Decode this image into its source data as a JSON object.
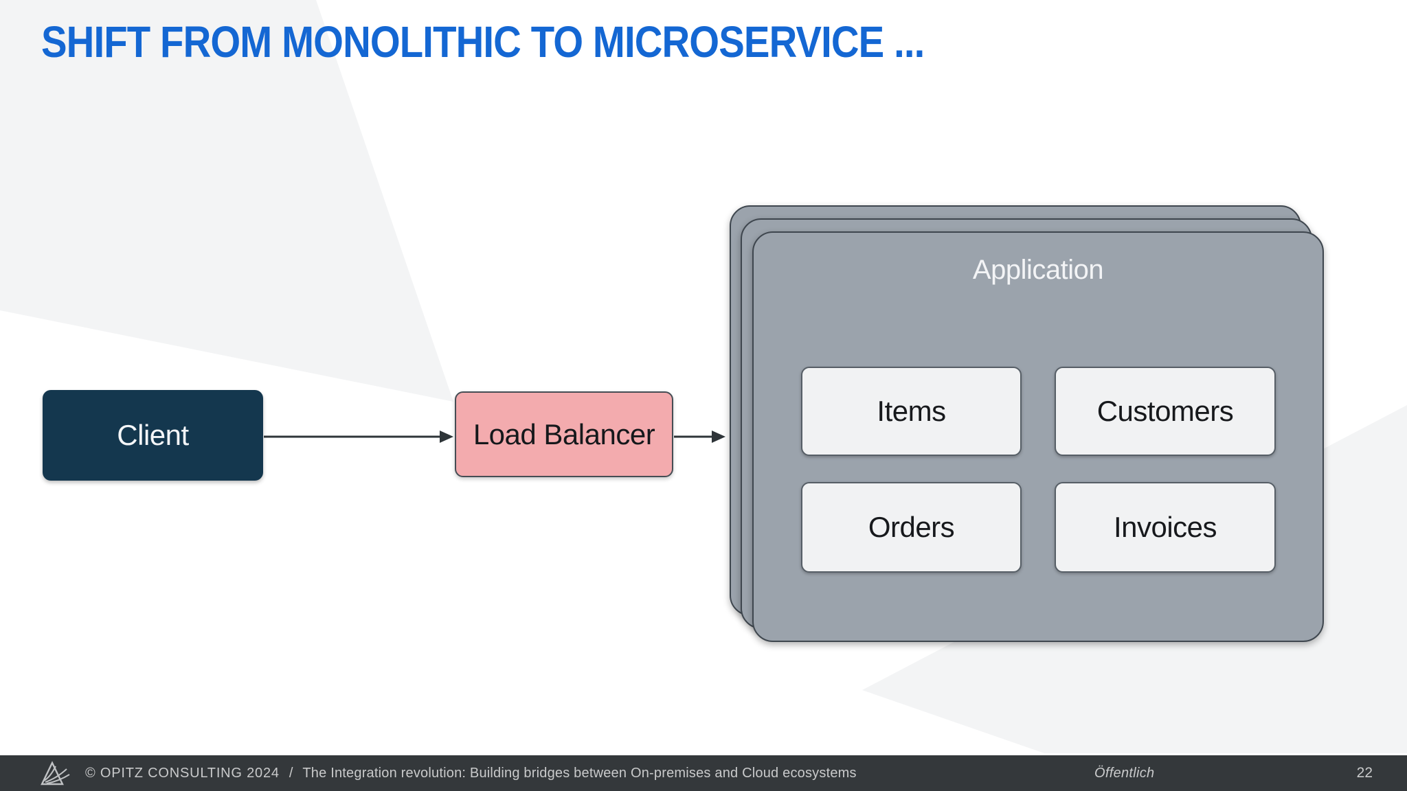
{
  "slide": {
    "title": "SHIFT FROM MONOLITHIC TO MICROSERVICE ...",
    "diagram": {
      "client_label": "Client",
      "load_balancer_label": "Load Balancer",
      "application_label": "Application",
      "modules": [
        "Items",
        "Customers",
        "Orders",
        "Invoices"
      ]
    },
    "footer": {
      "copyright": "© OPITZ CONSULTING 2024",
      "separator": "/",
      "presentation_title": "The Integration revolution: Building bridges between On-premises and Cloud ecosystems",
      "classification": "Öffentlich",
      "page_number": "22"
    },
    "colors": {
      "title_blue": "#1467D3",
      "client_navy": "#14374E",
      "load_balancer_pink": "#F3ABAE",
      "application_gray": "#9BA3AC",
      "module_fill": "#F1F2F3",
      "arrow_dark": "#2E3438",
      "footer_bg": "#34383B",
      "footer_text": "#C9CACB",
      "background_decor_gray": "#F3F4F5"
    }
  }
}
